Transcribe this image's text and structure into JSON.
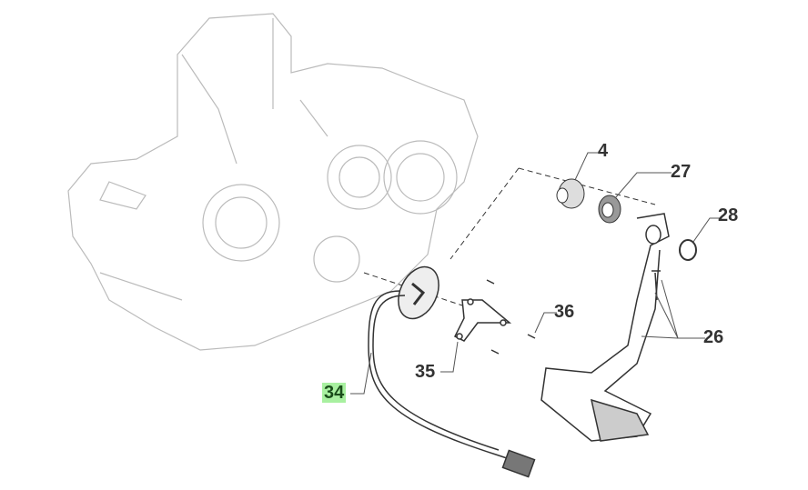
{
  "diagram": {
    "callouts": [
      {
        "id": "4",
        "label": "4",
        "part": "bushing",
        "highlighted": false
      },
      {
        "id": "27",
        "label": "27",
        "part": "seal-ring",
        "highlighted": false
      },
      {
        "id": "28",
        "label": "28",
        "part": "circlip",
        "highlighted": false
      },
      {
        "id": "36",
        "label": "36",
        "part": "screw",
        "highlighted": false
      },
      {
        "id": "26",
        "label": "26",
        "part": "shift-lever",
        "highlighted": false
      },
      {
        "id": "35",
        "label": "35",
        "part": "bracket",
        "highlighted": false
      },
      {
        "id": "34",
        "label": "34",
        "part": "gear-position-sensor",
        "highlighted": true
      }
    ],
    "colors": {
      "highlight": "#a8f0a0",
      "highlight_text": "#1a4d1a",
      "line": "#333333",
      "ghost": "#bbbbbb"
    }
  }
}
